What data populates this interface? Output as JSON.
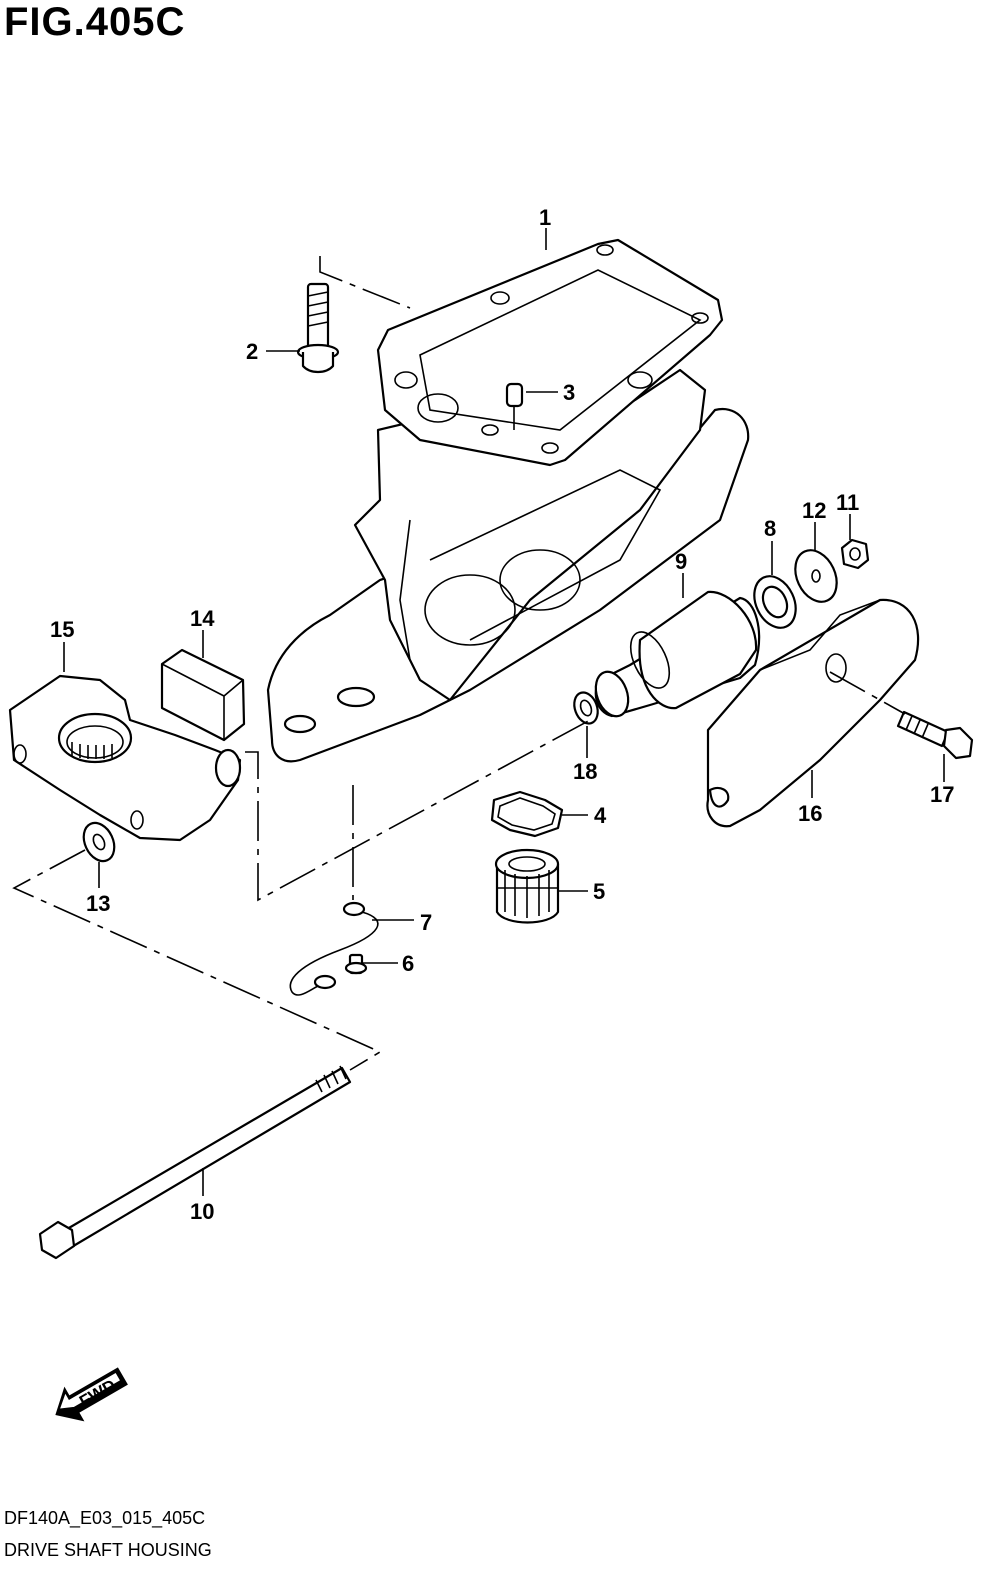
{
  "title": "FIG.405C",
  "footer": {
    "code": "DF140A_E03_015_405C",
    "caption": "DRIVE SHAFT HOUSING"
  },
  "fwd_label": "FWD",
  "callouts": [
    "1",
    "2",
    "3",
    "4",
    "5",
    "6",
    "7",
    "8",
    "9",
    "10",
    "11",
    "12",
    "13",
    "14",
    "15",
    "16",
    "17",
    "18"
  ]
}
